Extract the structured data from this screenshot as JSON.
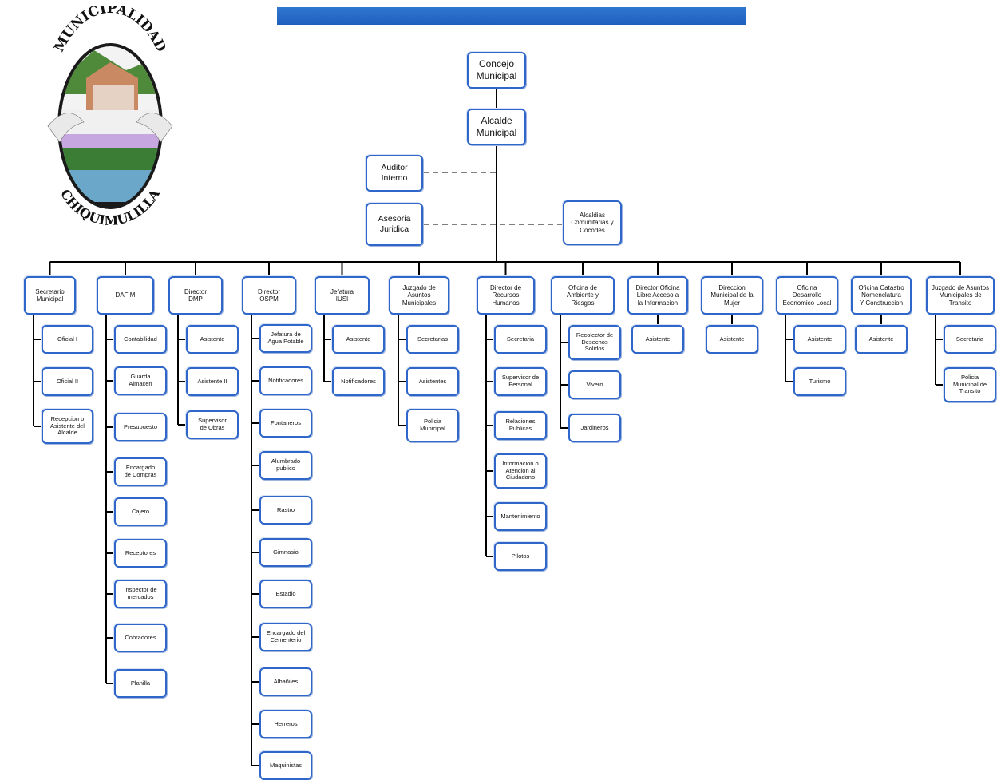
{
  "logo": {
    "top_text": "MUNICIPALIDAD",
    "bottom_text": "CHIQUIMULILLA"
  },
  "top": {
    "concejo": "Concejo\nMunicipal",
    "alcalde": "Alcalde\nMunicipal",
    "auditor": "Auditor\nInterno",
    "asesoria": "Asesoria\nJuridica",
    "alcaldias": "Alcaldias\nComunitarias y\nCocodes"
  },
  "columns": [
    {
      "head": "Secretario\nMunicipal",
      "children": [
        "Oficial I",
        "Oficial II",
        "Recepcion o\nAsistente del\nAlcalde"
      ]
    },
    {
      "head": "DAFIM",
      "children": [
        "Contabilidad",
        "Guarda\nAlmacen",
        "Presupuesto",
        "Encargado\nde Compras",
        "Cajero",
        "Receptores",
        "Inspector de\nmercados",
        "Cobradores",
        "Planilla"
      ]
    },
    {
      "head": "Director\nDMP",
      "children": [
        "Asistente",
        "Asistente II",
        "Supervisor\nde Obras"
      ]
    },
    {
      "head": "Director\nOSPM",
      "children": [
        "Jefatura de\nAgua Potable",
        "Notificadores",
        "Fontaneros",
        "Alumbrado\npublico",
        "Rastro",
        "Gimnasio",
        "Estadio",
        "Encargado del\nCementerio",
        "Albañiles",
        "Herreros",
        "Maquinistas"
      ]
    },
    {
      "head": "Jefatura\nIUSI",
      "children": [
        "Asistente",
        "Notificadores"
      ]
    },
    {
      "head": "Juzgado de\nAsuntos\nMunicipales",
      "children": [
        "Secretarias",
        "Asistentes",
        "Policia\nMunicipal"
      ]
    },
    {
      "head": "Director de\nRecursos\nHumanos",
      "children": [
        "Secretaria",
        "Supervisor de\nPersonal",
        "Relaciones\nPublicas",
        "Informacion o\nAtencion al\nCiudadano",
        "Mantenimiento",
        "Pilotos"
      ]
    },
    {
      "head": "Oficina de\nAmbiente y\nRiesgos",
      "children": [
        "Recolector de\nDesechos\nSolidos",
        "Vivero",
        "Jardineros"
      ]
    },
    {
      "head": "Director Oficina\nLibre Acceso a\nla Informacion",
      "children": [
        "Asistente"
      ]
    },
    {
      "head": "Direccion\nMunicipal de la\nMujer",
      "children": [
        "Asistente"
      ]
    },
    {
      "head": "Oficina\nDesarrollo\nEconomico Local",
      "children": [
        "Asistente",
        "Turismo"
      ]
    },
    {
      "head": "Oficina Catastro\nNomenclatura\nY Construccion",
      "children": [
        "Asistente"
      ]
    },
    {
      "head": "Juzgado de Asuntos\nMunicipales de\nTransito",
      "children": [
        "Secretaria",
        "Policia\nMunicipal de\nTransito"
      ]
    }
  ],
  "colors": {
    "banner": "#2a6fcb",
    "box_border": "#2f66c9",
    "line": "#000000",
    "dashed": "#555555"
  }
}
